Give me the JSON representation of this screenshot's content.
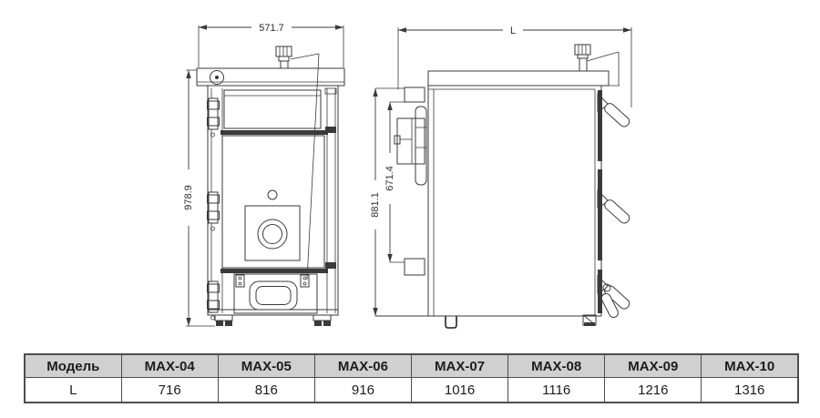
{
  "drawing": {
    "line_color": "#3a3a3a",
    "front_view": {
      "width_dim_label": "571.7",
      "height_dim_label": "978.9"
    },
    "side_view": {
      "length_dim_label": "L",
      "height_dim_label": "881.1",
      "upper_height_dim_label": "671.4"
    }
  },
  "table": {
    "header_bg": "#d0d0d0",
    "columns": [
      "Модель",
      "MAX-04",
      "MAX-05",
      "MAX-06",
      "MAX-07",
      "MAX-08",
      "MAX-09",
      "MAX-10"
    ],
    "row_l": [
      "L",
      "716",
      "816",
      "916",
      "1016",
      "1116",
      "1216",
      "1316"
    ]
  }
}
